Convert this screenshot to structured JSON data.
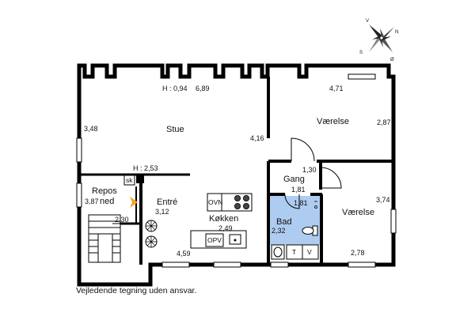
{
  "plan": {
    "rooms": [
      {
        "id": "stue",
        "label": "Stue"
      },
      {
        "id": "vaerelse1",
        "label": "Værelse"
      },
      {
        "id": "vaerelse2",
        "label": "Værelse"
      },
      {
        "id": "gang",
        "label": "Gang"
      },
      {
        "id": "bad",
        "label": "Bad"
      },
      {
        "id": "koekken",
        "label": "Køkken"
      },
      {
        "id": "entre",
        "label": "Entré"
      },
      {
        "id": "repos",
        "label": "Repos"
      },
      {
        "id": "repos_sub",
        "label": "ned"
      }
    ],
    "dimensions": [
      "H : 0,94",
      "6,89",
      "3,48",
      "4,16",
      "H : 2,53",
      "3,87",
      "2,30",
      "3,12",
      "2,49",
      "4,59",
      "4,71",
      "2,87",
      "1,30",
      "1,81",
      "1,81",
      "2,32",
      "3,74",
      "2,78"
    ],
    "fixtures": {
      "sk": "sk",
      "ovn": "OVN",
      "opv": "OPV",
      "t": "T",
      "v": "V"
    },
    "compass": {
      "n": "N",
      "s": "S",
      "o": "Ø",
      "v": "V"
    },
    "colors": {
      "bath_floor": "#aeccf0",
      "arrow": "#f2a81d",
      "wall": "#000000"
    }
  },
  "disclaimer": "Vejledende tegning uden ansvar."
}
